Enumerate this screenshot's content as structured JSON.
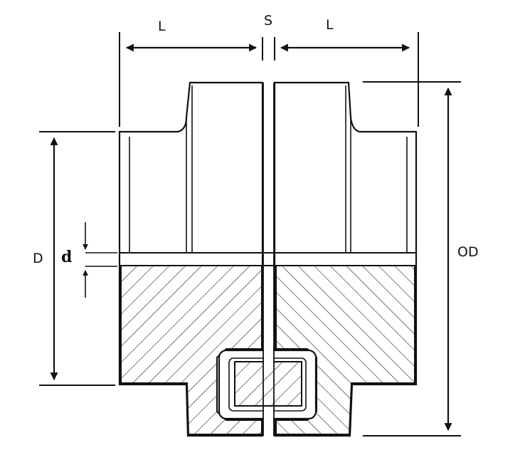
{
  "labels": {
    "length_left": "L",
    "gap": "S",
    "length_right": "L",
    "diameter": "D",
    "bore": "d",
    "outer_diameter": "OD"
  },
  "colors": {
    "stroke": "#111111",
    "background": "#ffffff"
  }
}
